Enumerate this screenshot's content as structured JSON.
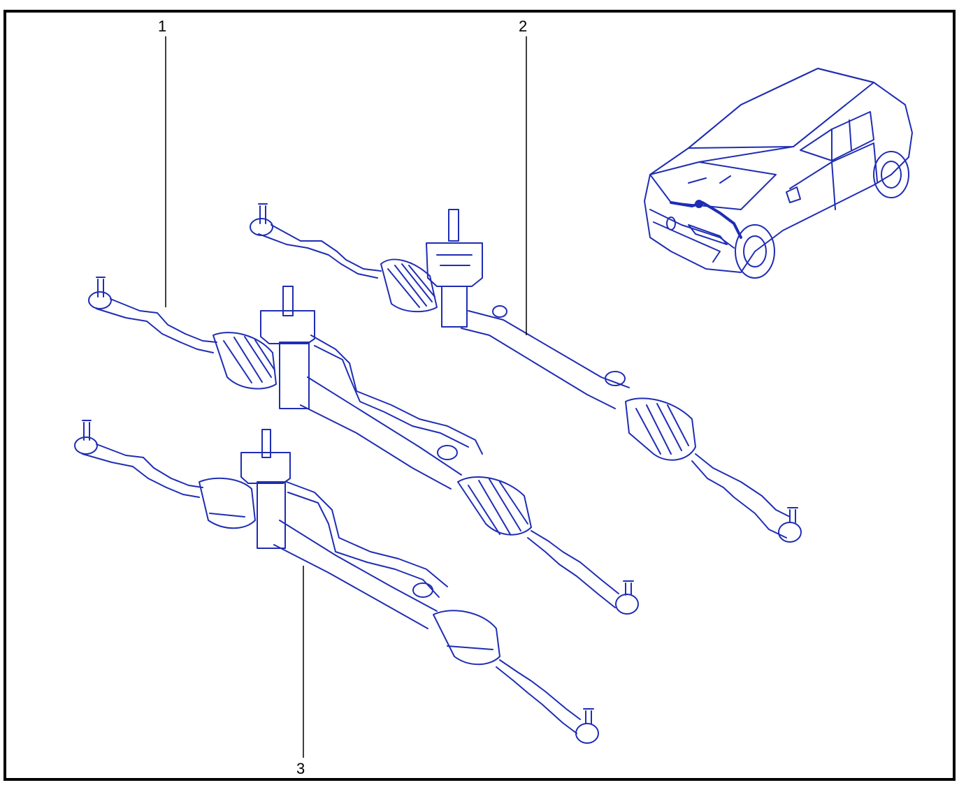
{
  "diagram": {
    "callouts": [
      {
        "id": "1",
        "label": "1"
      },
      {
        "id": "2",
        "label": "2"
      },
      {
        "id": "3",
        "label": "3"
      }
    ]
  },
  "colors": {
    "line_art": "#1f2db4",
    "frame": "#000000",
    "callout": "#000000",
    "background": "#ffffff"
  }
}
